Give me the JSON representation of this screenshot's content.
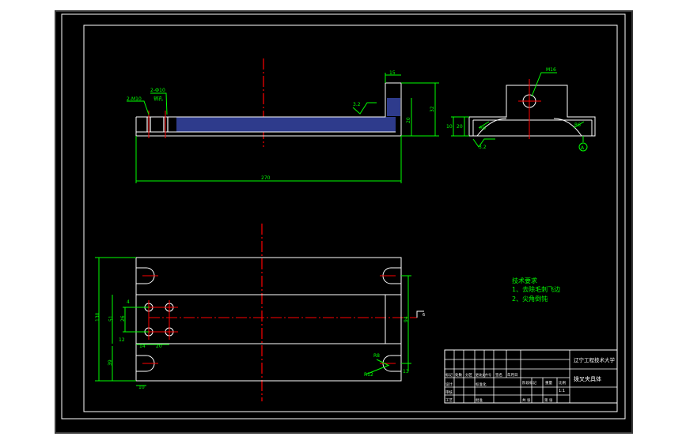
{
  "colors": {
    "page_bg": "#ffffff",
    "outer_frame": "#808080",
    "canvas": "#000000",
    "outline": "#ffffff",
    "dimension": "#00ff00",
    "centerline": "#ff0000",
    "hatch": "#2e3b8c",
    "notes": "#00ff00",
    "title_text": "#ffffff"
  },
  "front_view": {
    "dims": {
      "overall_length": "270",
      "tab_width": "15",
      "tab_height": "32",
      "body_height": "20",
      "hole_left": "2-M10",
      "hole_right": "2-Ф10",
      "hole_right_note": "销孔",
      "surface_finish": "3.2"
    }
  },
  "side_view": {
    "dims": {
      "thread": "M16",
      "left_height": "10",
      "height2": "20",
      "chamfer_left": "R6",
      "chamfer_right": "R6",
      "surface_finish": "3.2",
      "datum": "A"
    }
  },
  "top_view": {
    "dims": {
      "overall_width": "130",
      "row_offset": "51",
      "d4": "4",
      "d26": "26",
      "d12": "12",
      "d14": "14",
      "d20": "20",
      "d39": "39",
      "d10": "10",
      "right_width": "94",
      "slot_r": "R8",
      "slot_d": "R12",
      "slot_h": "13",
      "angle": "6"
    }
  },
  "notes": {
    "title": "技术要求",
    "item1": "1、去除毛刺飞边",
    "item2": "2、尖角倒钝"
  },
  "title_block": {
    "school": "辽宁工程技术大学",
    "part_name": "拨叉夹具体",
    "scale": "1:1",
    "row_labels": [
      "标记",
      "处数",
      "分区",
      "更改文件号",
      "签名",
      "年月日"
    ],
    "row_labels2": [
      "设计",
      "标准化",
      "阶段标记",
      "重量",
      "比例"
    ],
    "row_labels3": [
      "审核",
      "工艺",
      "批准",
      "共 张",
      "第 张"
    ]
  }
}
